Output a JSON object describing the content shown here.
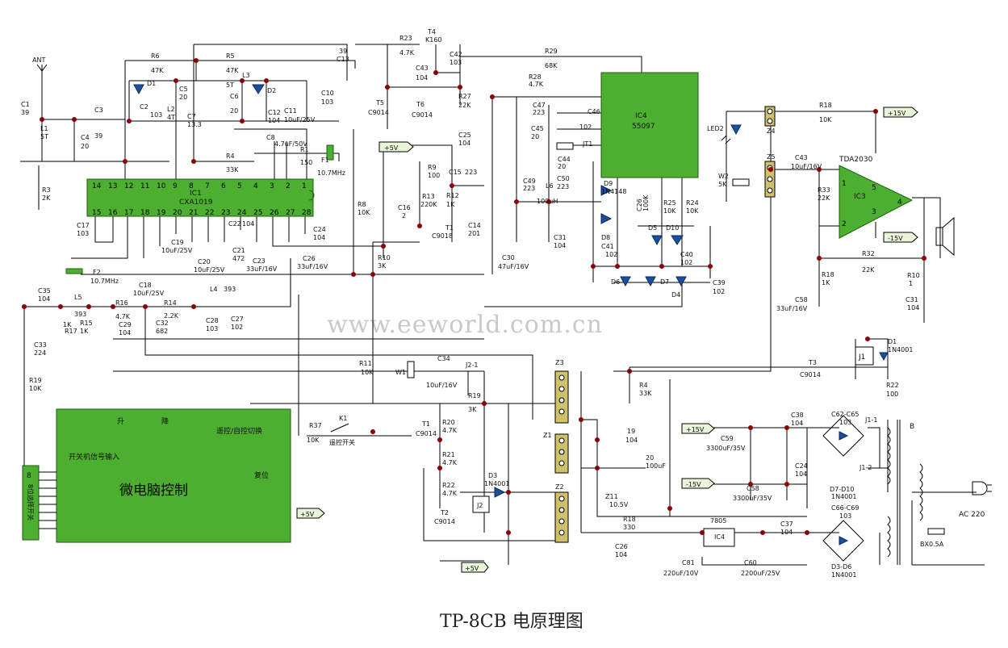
{
  "title": "TP-8CB 电原理图",
  "watermark": "www.eeworld.com.cn",
  "colors": {
    "chip": "#4caf2f",
    "chip_border": "#1f5e12",
    "diode": "#1a4fa0",
    "node": "#8b0000",
    "wire": "#000000",
    "connector": "#cfc06a"
  },
  "ic1": {
    "name": "IC1",
    "part": "CXA1019",
    "top_pins": [
      "14",
      "13",
      "12",
      "11",
      "10",
      "9",
      "8",
      "7",
      "6",
      "5",
      "4",
      "3",
      "2",
      "1"
    ],
    "bottom_pins": [
      "15",
      "16",
      "17",
      "18",
      "19",
      "20",
      "21",
      "22",
      "23",
      "24",
      "25",
      "26",
      "27",
      "28"
    ]
  },
  "ic4_top": {
    "name": "IC4",
    "part": "55097"
  },
  "ic3": {
    "name": "TDA2030",
    "label": "IC3",
    "pins": [
      "1",
      "2",
      "3",
      "4",
      "5"
    ]
  },
  "mcu": {
    "label": "微电脑控制",
    "up": "升",
    "down": "降",
    "remote_switch": "遥控/自控切换",
    "power_input": "开关机信号输入",
    "reset": "复位",
    "selector": "8位选择开关",
    "selector_num": "8",
    "pwr": "+5V"
  },
  "rails": {
    "p15": "+15V",
    "m15": "-15V",
    "p5": "+5V"
  },
  "labels": {
    "ant": "ANT",
    "r6": "R6",
    "r6v": "47K",
    "r5": "R5",
    "r5v": "47K",
    "d1": "D1",
    "c2": "C2",
    "c2v": "103",
    "l2": "L2",
    "l2v": "4T",
    "c5": "C5",
    "c5v": "20",
    "c7": "C7",
    "c7v": "13.3",
    "l3": "L3",
    "l3v": "5T",
    "d2": "D2",
    "c6": "C6",
    "c6v": "20",
    "c12": "C12",
    "c12v": "104",
    "c11": "C11",
    "c11v": "10uF/25V",
    "c10": "C10",
    "c10v": "103",
    "c13": "C13",
    "c13v": "39",
    "c1": "C1",
    "c1v": "39",
    "c3": "C3",
    "c3v": "39",
    "l1": "L1",
    "l1v": "5T",
    "c4": "C4",
    "c4v": "20",
    "r4": "R4",
    "r4v": "33K",
    "c8": "C8",
    "c8v": "4.7uF/50V",
    "r1": "R1",
    "r1v": "150",
    "f1": "F1",
    "f1v": "10.7MHz",
    "r3": "R3",
    "r3v": "2K",
    "c17": "C17",
    "c17v": "103",
    "f2": "F2",
    "f2v": "10.7MHz",
    "c19": "C19",
    "c19v": "10uF/25V",
    "c20": "C20",
    "c20v": "10uF/25V",
    "c21": "C21",
    "c21v": "472",
    "c22": "C22",
    "c22v": "104",
    "c23": "C23",
    "c23v": "33uF/16V",
    "c26": "C26",
    "c26v": "33uF/16V",
    "c24": "C24",
    "c24v": "104",
    "r23": "R23",
    "r23v": "4.7K",
    "t4": "T4",
    "t4v": "K160",
    "c42": "C42",
    "c42v": "103",
    "c43": "C43",
    "c43v": "104",
    "r27": "R27",
    "r27v": "22K",
    "t5": "T5",
    "t5v": "C9014",
    "t6": "T6",
    "t6v": "C9014",
    "r29": "R29",
    "r29v": "68K",
    "r28": "R28",
    "r28v": "4.7K",
    "c47": "C47",
    "c47v": "223",
    "c46": "C46",
    "c45": "C45",
    "c45v": "20",
    "c44": "C44",
    "c44v": "20",
    "c102": "102",
    "jt1": "JT1",
    "ic4": "IC4",
    "ic4v": "55097",
    "c49": "C49",
    "c49v": "223",
    "l6": "L6",
    "l6v": "100uH",
    "c50": "C50",
    "c50v": "223",
    "c25": "C25",
    "c25v": "104",
    "r9": "R9",
    "r9v": "100",
    "c15": "C15",
    "c15v": "223",
    "r13": "R13",
    "r13v": "220K",
    "r12": "R12",
    "r12v": "1K",
    "c16": "C16",
    "c16v": "2",
    "t1": "T1",
    "t1v": "C9018",
    "c14": "C14",
    "c14v": "201",
    "r8": "R8",
    "r8v": "10K",
    "r10": "R10",
    "r10v": "3K",
    "c30": "C30",
    "c30v": "47uF/16V",
    "c31": "C31",
    "c31v": "104",
    "d9": "D9",
    "d9v": "1N4148",
    "d8": "D8",
    "c41": "C41",
    "c41v": "102",
    "c26b": "C26",
    "c26bv": "100K",
    "r25": "R25",
    "r25v": "10K",
    "r24": "R24",
    "r24v": "10K",
    "d5": "D5",
    "d10": "D10",
    "c40": "C40",
    "c40v": "102",
    "d6": "D6",
    "d7": "D7",
    "d4": "D4",
    "c39": "C39",
    "c39v": "102",
    "led2": "LED2",
    "z4": "Z4",
    "r18": "R18",
    "r18v": "10K",
    "z5": "Z5",
    "c43b": "C43",
    "c43bv": "10uF/16V",
    "w2": "W2",
    "w2v": "5K",
    "r33": "R33",
    "r33v": "22K",
    "r32": "R32",
    "r32v": "22K",
    "r18b": "R18",
    "r18bv": "1K",
    "c58": "C58",
    "c58v": "33uF/16V",
    "r10b": "R10",
    "r10bv": "1",
    "c31b": "C31",
    "c31bv": "104",
    "c35": "C35",
    "c35v": "104",
    "l5": "L5",
    "l5v": "393",
    "r16": "R16",
    "r16v": "4.7K",
    "c18": "C18",
    "c18v": "10uF/25V",
    "l4": "L4",
    "l4v": "393",
    "r14": "R14",
    "r14v": "2.2K",
    "r17": "R17",
    "r17v": "1K",
    "r15": "R15",
    "r15v": "1K",
    "c29": "C29",
    "c29v": "104",
    "c32": "C32",
    "c32v": "682",
    "c28": "C28",
    "c28v": "103",
    "c27": "C27",
    "c27v": "102",
    "c33": "C33",
    "c33v": "224",
    "r19": "R19",
    "r19v": "10K",
    "r11": "R11",
    "r11v": "10K",
    "w1": "W1",
    "c34": "C34",
    "c34v": "10uF/16V",
    "j21": "J2-1",
    "r19b": "R19",
    "r19bv": "3K",
    "z3": "Z3",
    "z1": "Z1",
    "z2": "Z2",
    "r37": "R37",
    "r37v": "10K",
    "k1": "K1",
    "k1v": "遥控开关",
    "t1b": "T1",
    "t1bv": "C9014",
    "r20": "R20",
    "r20v": "4.7K",
    "r21": "R21",
    "r21v": "4.7K",
    "r22": "R22",
    "r22v": "4.7K",
    "t2": "T2",
    "t2v": "C9014",
    "d3": "D3",
    "d3v": "1N4001",
    "j2": "J2",
    "r4b": "R4",
    "r4bv": "33K",
    "c19b": "19",
    "c19bv": "104",
    "c20b": "20",
    "c20bv": "100uF",
    "z11": "Z11",
    "z11v": "10.5V",
    "r18c": "R18",
    "r18cv": "330",
    "c26c": "C26",
    "c26cv": "104",
    "c81": "C81",
    "c81v": "220uF/10V",
    "ic4b": "IC4",
    "ic4bv": "7805",
    "c60": "C60",
    "c60v": "2200uF/25V",
    "c37": "C37",
    "c37v": "104",
    "d1b": "D1",
    "d1bv": "1N4001",
    "j1": "J1",
    "t3": "T3",
    "t3v": "C9014",
    "r22b": "R22",
    "r22bv": "100",
    "c59": "C59",
    "c59v": "3300uF/35V",
    "c58b": "C58",
    "c58bv": "3300uF/35V",
    "c38": "C38",
    "c38v": "104",
    "c24b": "C24",
    "c24bv": "104",
    "c62": "C62-C65",
    "c62v": "103",
    "d7d10": "D7-D10",
    "d7d10v": "1N4001",
    "c66": "C66-C69",
    "c66v": "103",
    "d3d6": "D3-D6",
    "d3d6v": "1N4001",
    "j11": "J1-1",
    "j12": "J1-2",
    "b": "B",
    "bx": "BX0.5A",
    "ac": "AC 220"
  }
}
